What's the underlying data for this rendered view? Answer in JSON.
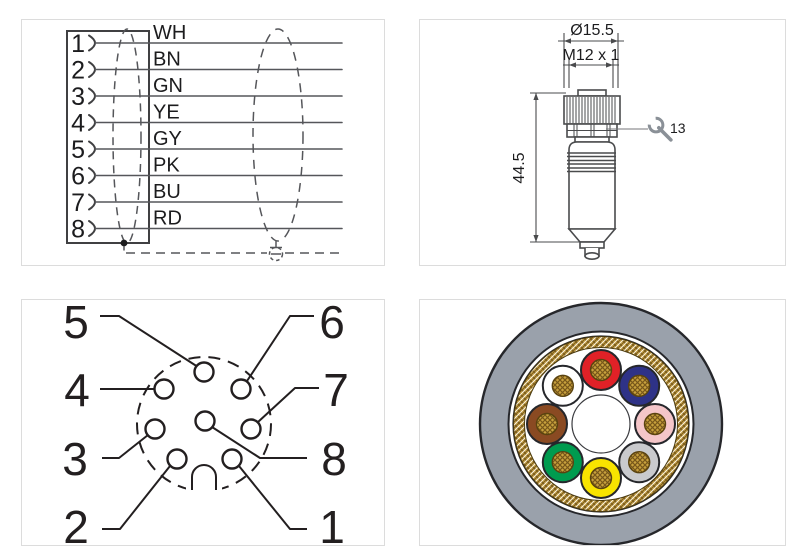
{
  "panels": {
    "wiring_diagram": {
      "rows": [
        {
          "pin": "1",
          "color_code": "WH"
        },
        {
          "pin": "2",
          "color_code": "BN"
        },
        {
          "pin": "3",
          "color_code": "GN"
        },
        {
          "pin": "4",
          "color_code": "YE"
        },
        {
          "pin": "5",
          "color_code": "GY"
        },
        {
          "pin": "6",
          "color_code": "PK"
        },
        {
          "pin": "7",
          "color_code": "BU"
        },
        {
          "pin": "8",
          "color_code": "RD"
        }
      ],
      "shield_icon": "dashed-shield-ellipse",
      "ground_icon": "earth-ground-symbol"
    },
    "connector_drawing": {
      "diameter_label": "Ø15.5",
      "thread_label": "M12 x 1",
      "length_label": "44.5",
      "wrench_size": "13",
      "wrench_icon": "open-end-wrench"
    },
    "pin_layout": {
      "pins": [
        {
          "label": "5",
          "position": "top"
        },
        {
          "label": "6",
          "position": "upper-right"
        },
        {
          "label": "4",
          "position": "upper-left"
        },
        {
          "label": "7",
          "position": "right"
        },
        {
          "label": "3",
          "position": "left"
        },
        {
          "label": "8",
          "position": "center"
        },
        {
          "label": "2",
          "position": "bottom-left"
        },
        {
          "label": "1",
          "position": "bottom-right"
        }
      ]
    },
    "cable_cross_section": {
      "jacket_color": "#9aa1ab",
      "braid_color": "#d2ad52",
      "conductor_color": "#c8a13d",
      "wires": [
        {
          "name": "red",
          "hex": "#e02127",
          "position": "top"
        },
        {
          "name": "blue",
          "hex": "#2e3287",
          "position": "upper-right"
        },
        {
          "name": "pink",
          "hex": "#f5c6c9",
          "position": "right"
        },
        {
          "name": "gray",
          "hex": "#c9cacd",
          "position": "lower-right"
        },
        {
          "name": "yellow",
          "hex": "#f8e400",
          "position": "bottom"
        },
        {
          "name": "green",
          "hex": "#009b4f",
          "position": "lower-left"
        },
        {
          "name": "brown",
          "hex": "#8a4a22",
          "position": "left"
        },
        {
          "name": "white",
          "hex": "#ffffff",
          "position": "upper-left"
        }
      ]
    }
  }
}
